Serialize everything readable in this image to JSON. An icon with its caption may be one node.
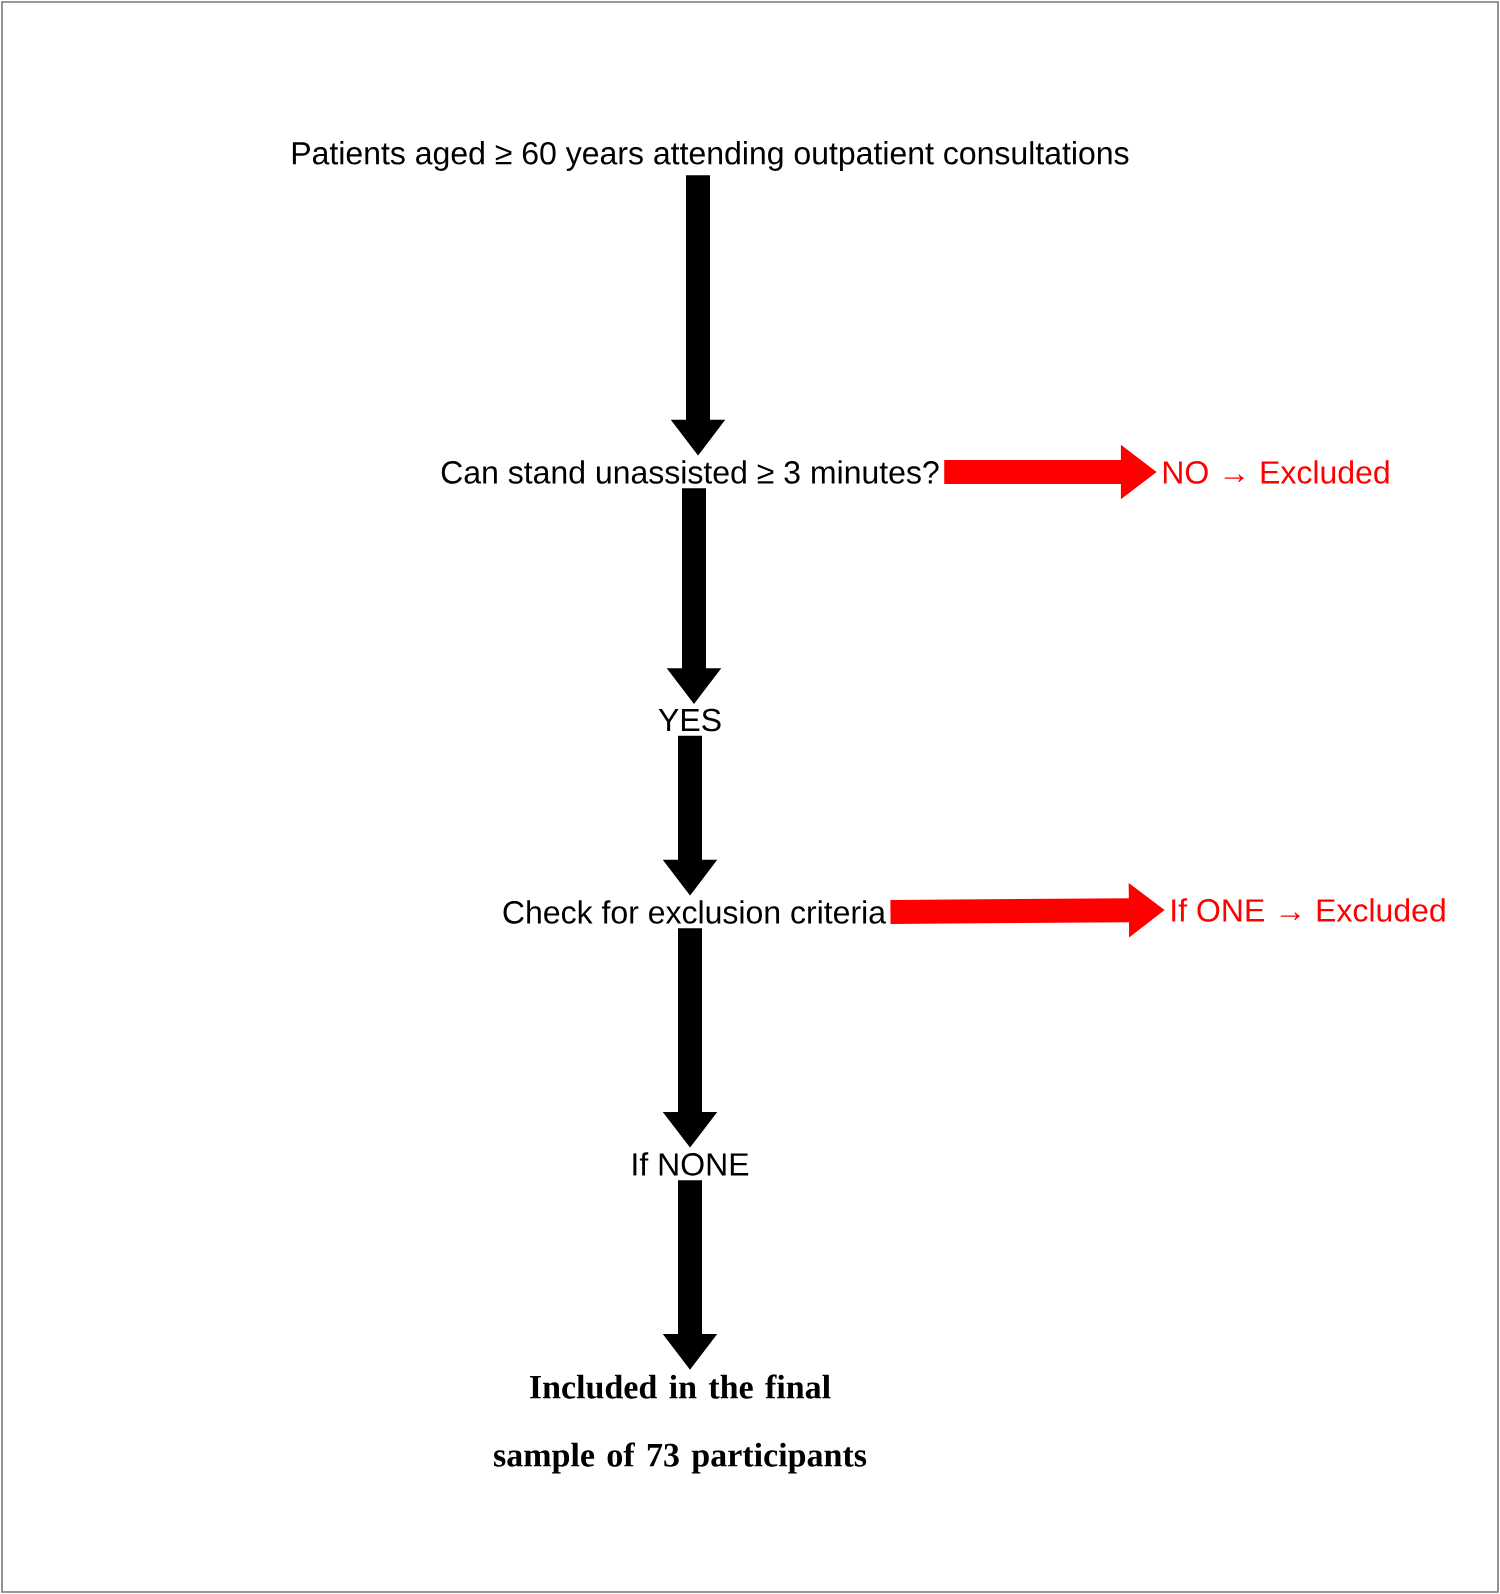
{
  "diagram": {
    "nodes": [
      {
        "text": [
          "Patients aged ≥ 60 years attending outpatient consultations"
        ]
      },
      {
        "text": [
          "Can stand unassisted ≥ 3 minutes?"
        ]
      },
      {
        "text": [
          "NO → Excluded"
        ]
      },
      {
        "text": [
          "YES"
        ]
      },
      {
        "text": [
          "Check for exclusion criteria"
        ]
      },
      {
        "text": [
          "If ONE → Excluded"
        ]
      },
      {
        "text": [
          "If NONE"
        ]
      },
      {
        "text": [
          "Included in the final sample of 73 participants"
        ]
      }
    ],
    "edges": [
      {
        "from": 0,
        "to": 1,
        "arrow": "to"
      },
      {
        "from": 1,
        "to": 2,
        "arrow": "to",
        "color": "#ff0000"
      },
      {
        "from": 1,
        "to": 3,
        "arrow": "to"
      },
      {
        "from": 3,
        "to": 4,
        "arrow": "to"
      },
      {
        "from": 4,
        "to": 5,
        "arrow": "to",
        "color": "#ff0000"
      },
      {
        "from": 4,
        "to": 6,
        "arrow": "to"
      },
      {
        "from": 6,
        "to": 7,
        "arrow": "to"
      }
    ]
  }
}
